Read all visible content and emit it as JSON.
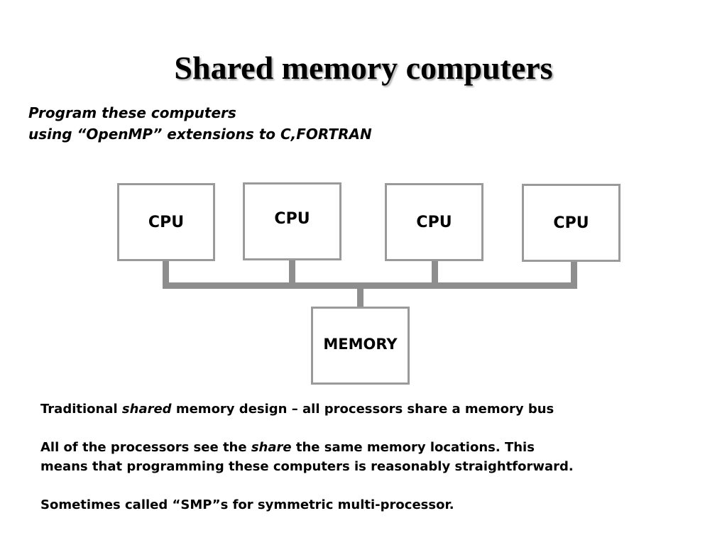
{
  "slide": {
    "title": "Shared memory computers",
    "subtitle_line1": "Program these computers",
    "subtitle_line2": "using “OpenMP” extensions to C,FORTRAN"
  },
  "diagram": {
    "cpu_labels": [
      "CPU",
      "CPU",
      "CPU",
      "CPU"
    ],
    "memory_label": "MEMORY",
    "colors": {
      "box_border": "#9a9a9a",
      "bus": "#8e8e8e"
    }
  },
  "notes": {
    "p1_pre": "Traditional ",
    "p1_em": "shared",
    "p1_post": " memory design – all processors share a memory bus",
    "p2_pre": "All of the processors see the ",
    "p2_em": "share",
    "p2_post": " the same memory locations.  This",
    "p2_line2": "means that programming these computers is reasonably straightforward.",
    "p3": "Sometimes called “SMP”s for symmetric multi-processor."
  }
}
